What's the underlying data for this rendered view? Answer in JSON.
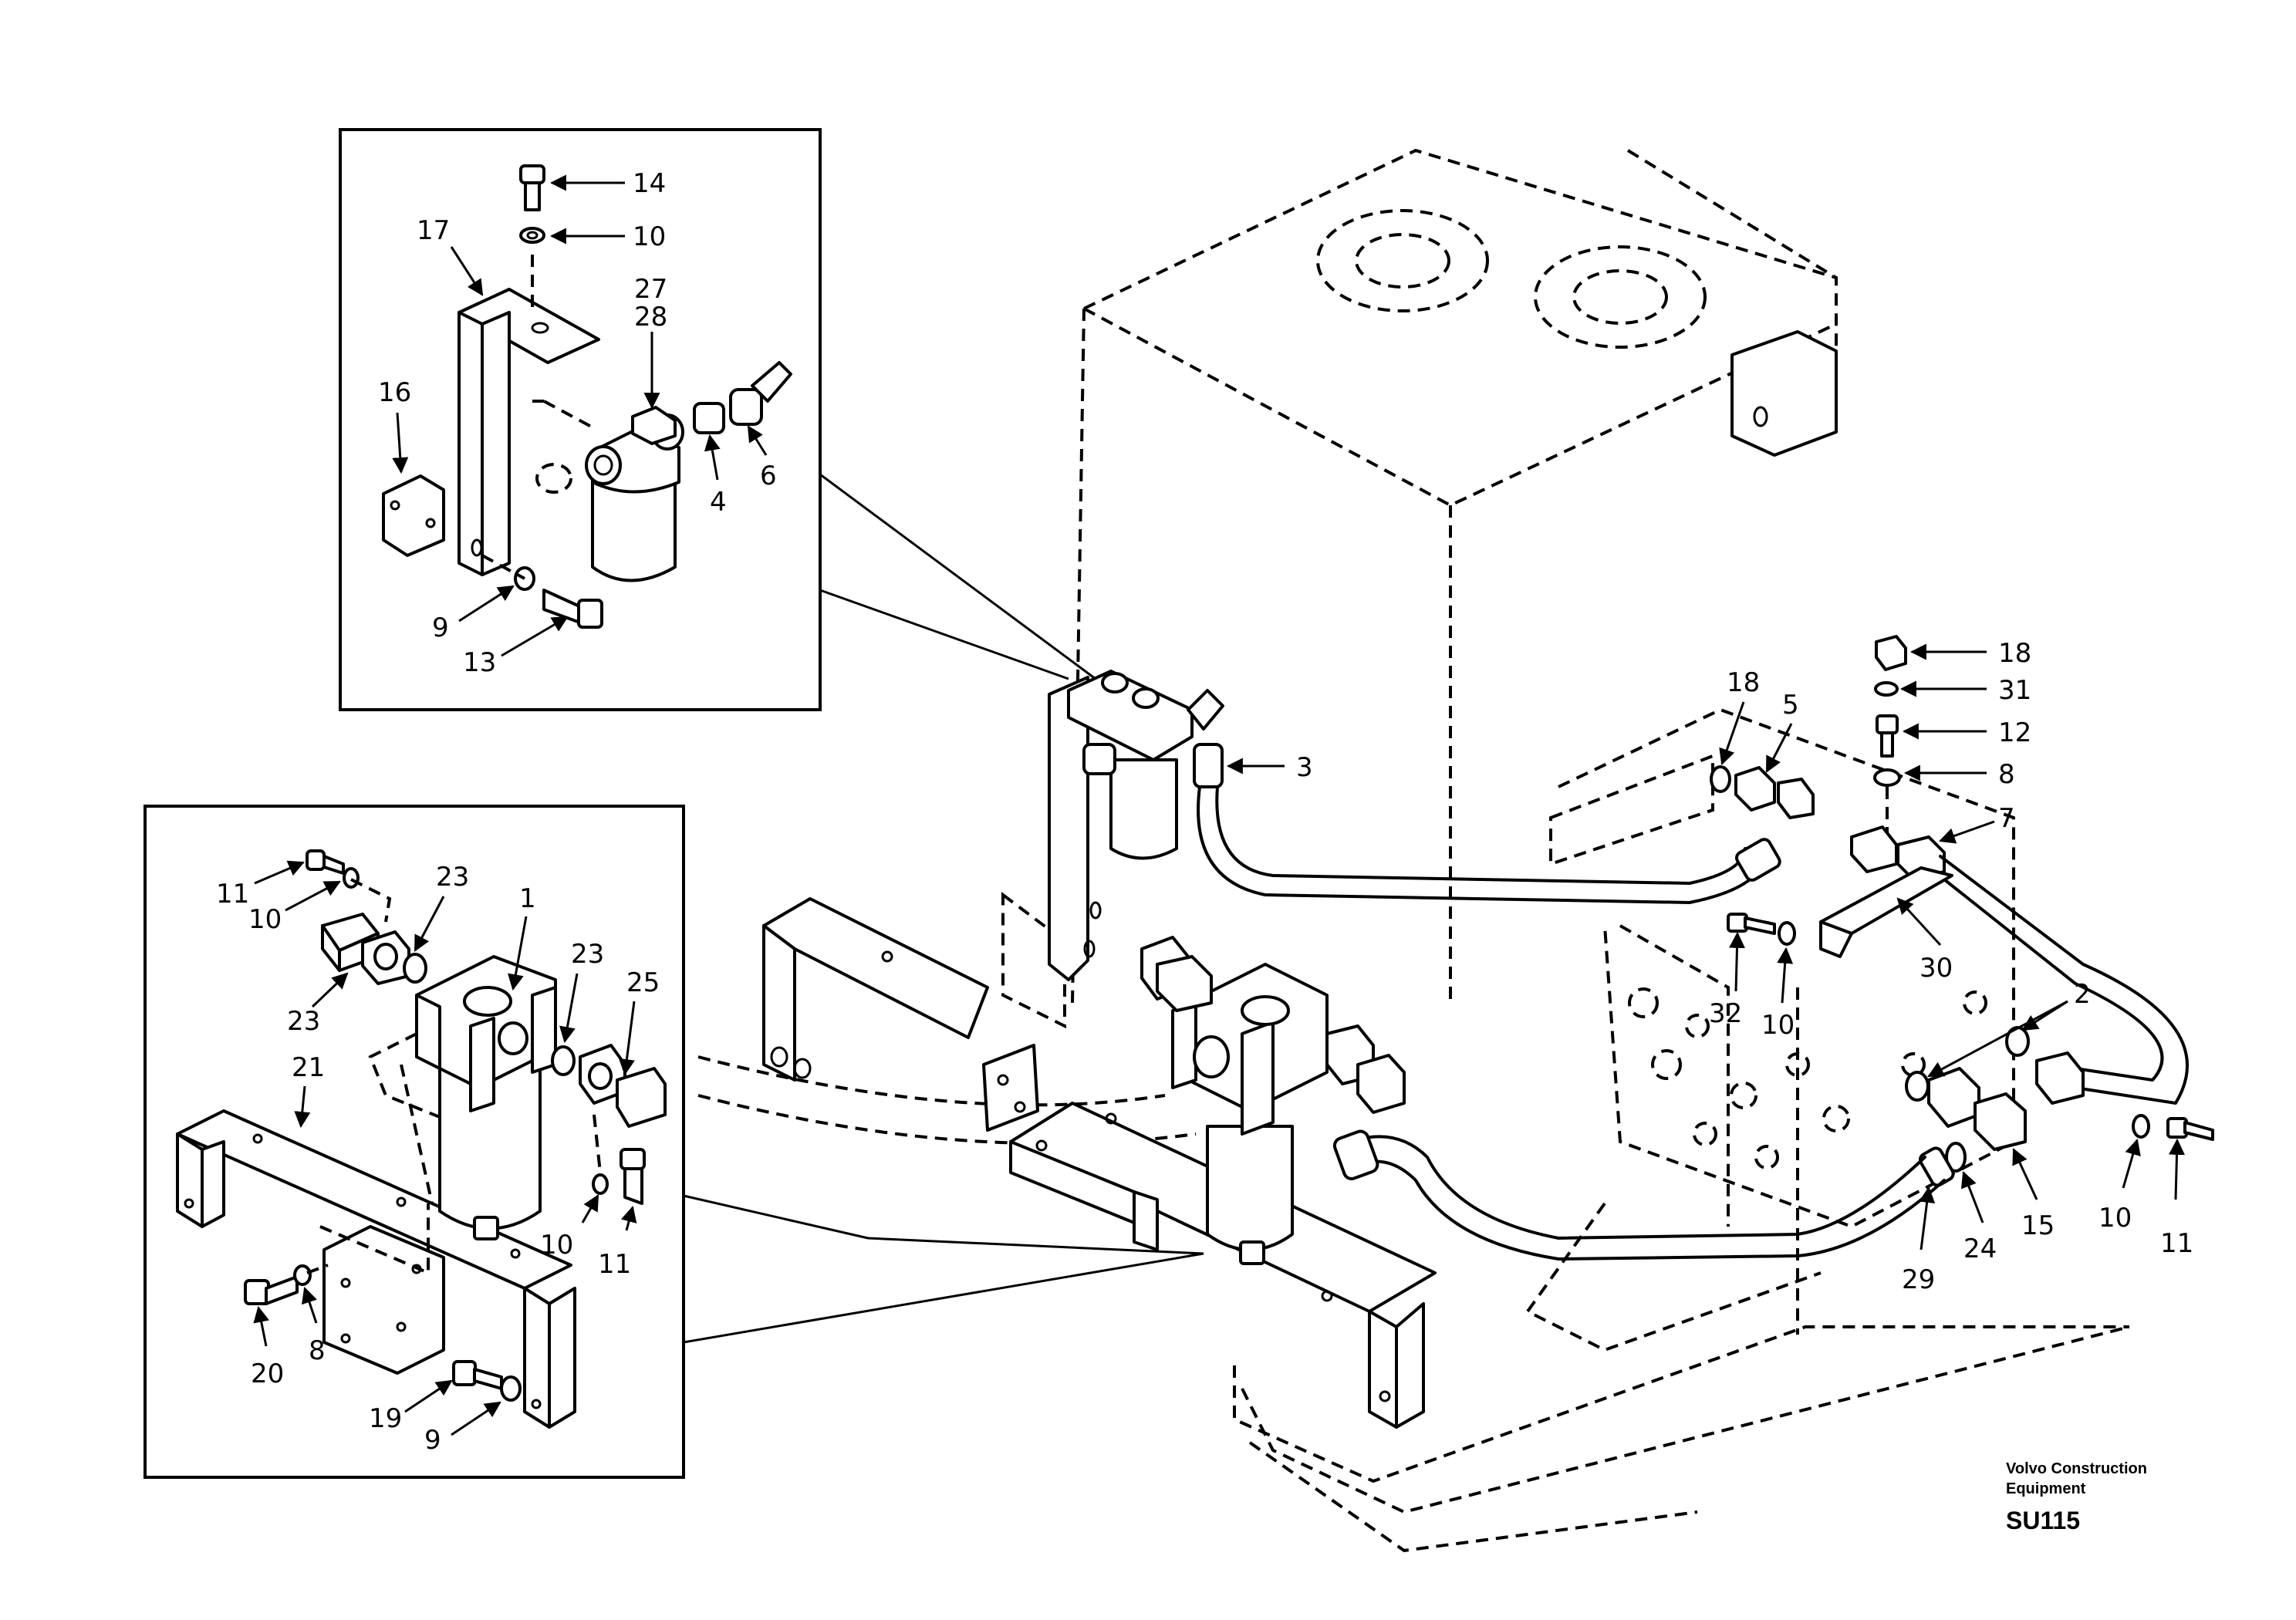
{
  "drawing": {
    "manufacturer": "Volvo Construction",
    "manufacturer_line2": "Equipment",
    "drawing_code": "SU115"
  },
  "callouts": {
    "n14": "14",
    "n10a": "10",
    "n17": "17",
    "n27": "27",
    "n28": "28",
    "n16": "16",
    "n4": "4",
    "n6": "6",
    "n9a": "9",
    "n13": "13",
    "n3": "3",
    "n18a": "18",
    "n5": "5",
    "n18b": "18",
    "n31": "31",
    "n12": "12",
    "n8a": "8",
    "n7": "7",
    "n30": "30",
    "n32": "32",
    "n10b": "10",
    "n2": "2",
    "n11a": "11",
    "n10c": "10",
    "n23a": "23",
    "n1": "1",
    "n23b": "23",
    "n23c": "23",
    "n25": "25",
    "n21": "21",
    "n10d": "10",
    "n11b": "11",
    "n20": "20",
    "n8b": "8",
    "n19": "19",
    "n9b": "9",
    "n29": "29",
    "n24": "24",
    "n15": "15",
    "n10e": "10",
    "n11c": "11"
  }
}
